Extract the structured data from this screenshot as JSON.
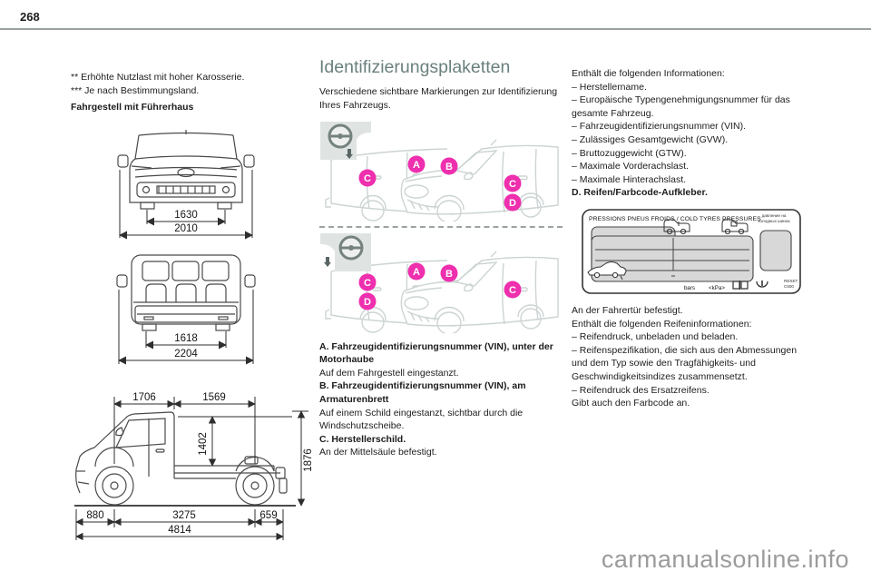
{
  "page": {
    "number": "268",
    "watermark": "carmanualsonline.info"
  },
  "colors": {
    "heading_teal": "#6a807e",
    "marker_pink": "#ee2fae",
    "drawing_gray": "#4a4a4a",
    "van_light_gray": "#ccd4d3"
  },
  "left_column": {
    "footnotes": [
      "** Erhöhte Nutzlast mit hoher Karosserie.",
      "*** Je nach Bestimmungsland."
    ],
    "section_heading": "Fahrgestell mit Führerhaus",
    "figures": {
      "front_view": {
        "inner_width": "1630",
        "outer_width": "2010"
      },
      "rear_view": {
        "inner_width": "1618",
        "outer_width": "2204"
      },
      "side_view": {
        "cab_length": "1706",
        "platform_length": "1569",
        "platform_height": "1402",
        "overall_height": "1876",
        "front_overhang": "880",
        "wheelbase": "3275",
        "rear_overhang": "659",
        "overall_length": "4814"
      }
    }
  },
  "middle_column": {
    "heading": "Identifizierungsplaketten",
    "intro": "Verschiedene sichtbare Markierungen zur Identifizierung Ihres Fahrzeugs.",
    "figure_markers": [
      "A",
      "B",
      "C",
      "D"
    ],
    "items": [
      {
        "title": "A. Fahrzeugidentifizierungsnummer (VIN), unter der Motorhaube",
        "body": "Auf dem Fahrgestell eingestanzt."
      },
      {
        "title": "B. Fahrzeugidentifizierungsnummer (VIN), am Armaturenbrett",
        "body": "Auf einem Schild eingestanzt, sichtbar durch die Windschutzscheibe."
      },
      {
        "title": "C. Herstellerschild.",
        "body": "An der Mittelsäule befestigt."
      }
    ]
  },
  "right_column": {
    "intro": "Enthält die folgenden Informationen:",
    "info_list": [
      "– Herstellername.",
      "– Europäische Typengenehmigungsnummer für das gesamte Fahrzeug.",
      "– Fahrzeugidentifizierungsnummer (VIN).",
      "– Zulässiges Gesamtgewicht (GVW).",
      "– Bruttozuggewicht (GTW).",
      "– Maximale Vorderachslast.",
      "– Maximale Hinterachslast."
    ],
    "subheading": "D. Reifen/Farbcode-Aufkleber.",
    "label_figure": {
      "title": "PRESSIONS PNEUS FROIDS / COLD TYRES PRESSURES",
      "cold_pressure_note": [
        "давление на",
        "холодных шинах"
      ],
      "unit_bar": "bars",
      "unit_kpa": "<kPa>",
      "reset_lines": [
        "RESET",
        "C500"
      ]
    },
    "tail_line1": "An der Fahrertür befestigt.",
    "tail_line2": "Enthält die folgenden Reifeninformationen:",
    "tire_list": [
      "– Reifendruck, unbeladen und beladen.",
      "– Reifenspezifikation, die sich aus den Abmessungen und dem Typ sowie den Tragfähigkeits- und Geschwindigkeitsindizes zusammensetzt.",
      "– Reifendruck des Ersatzreifens."
    ],
    "tail_end": "Gibt auch den Farbcode an."
  }
}
